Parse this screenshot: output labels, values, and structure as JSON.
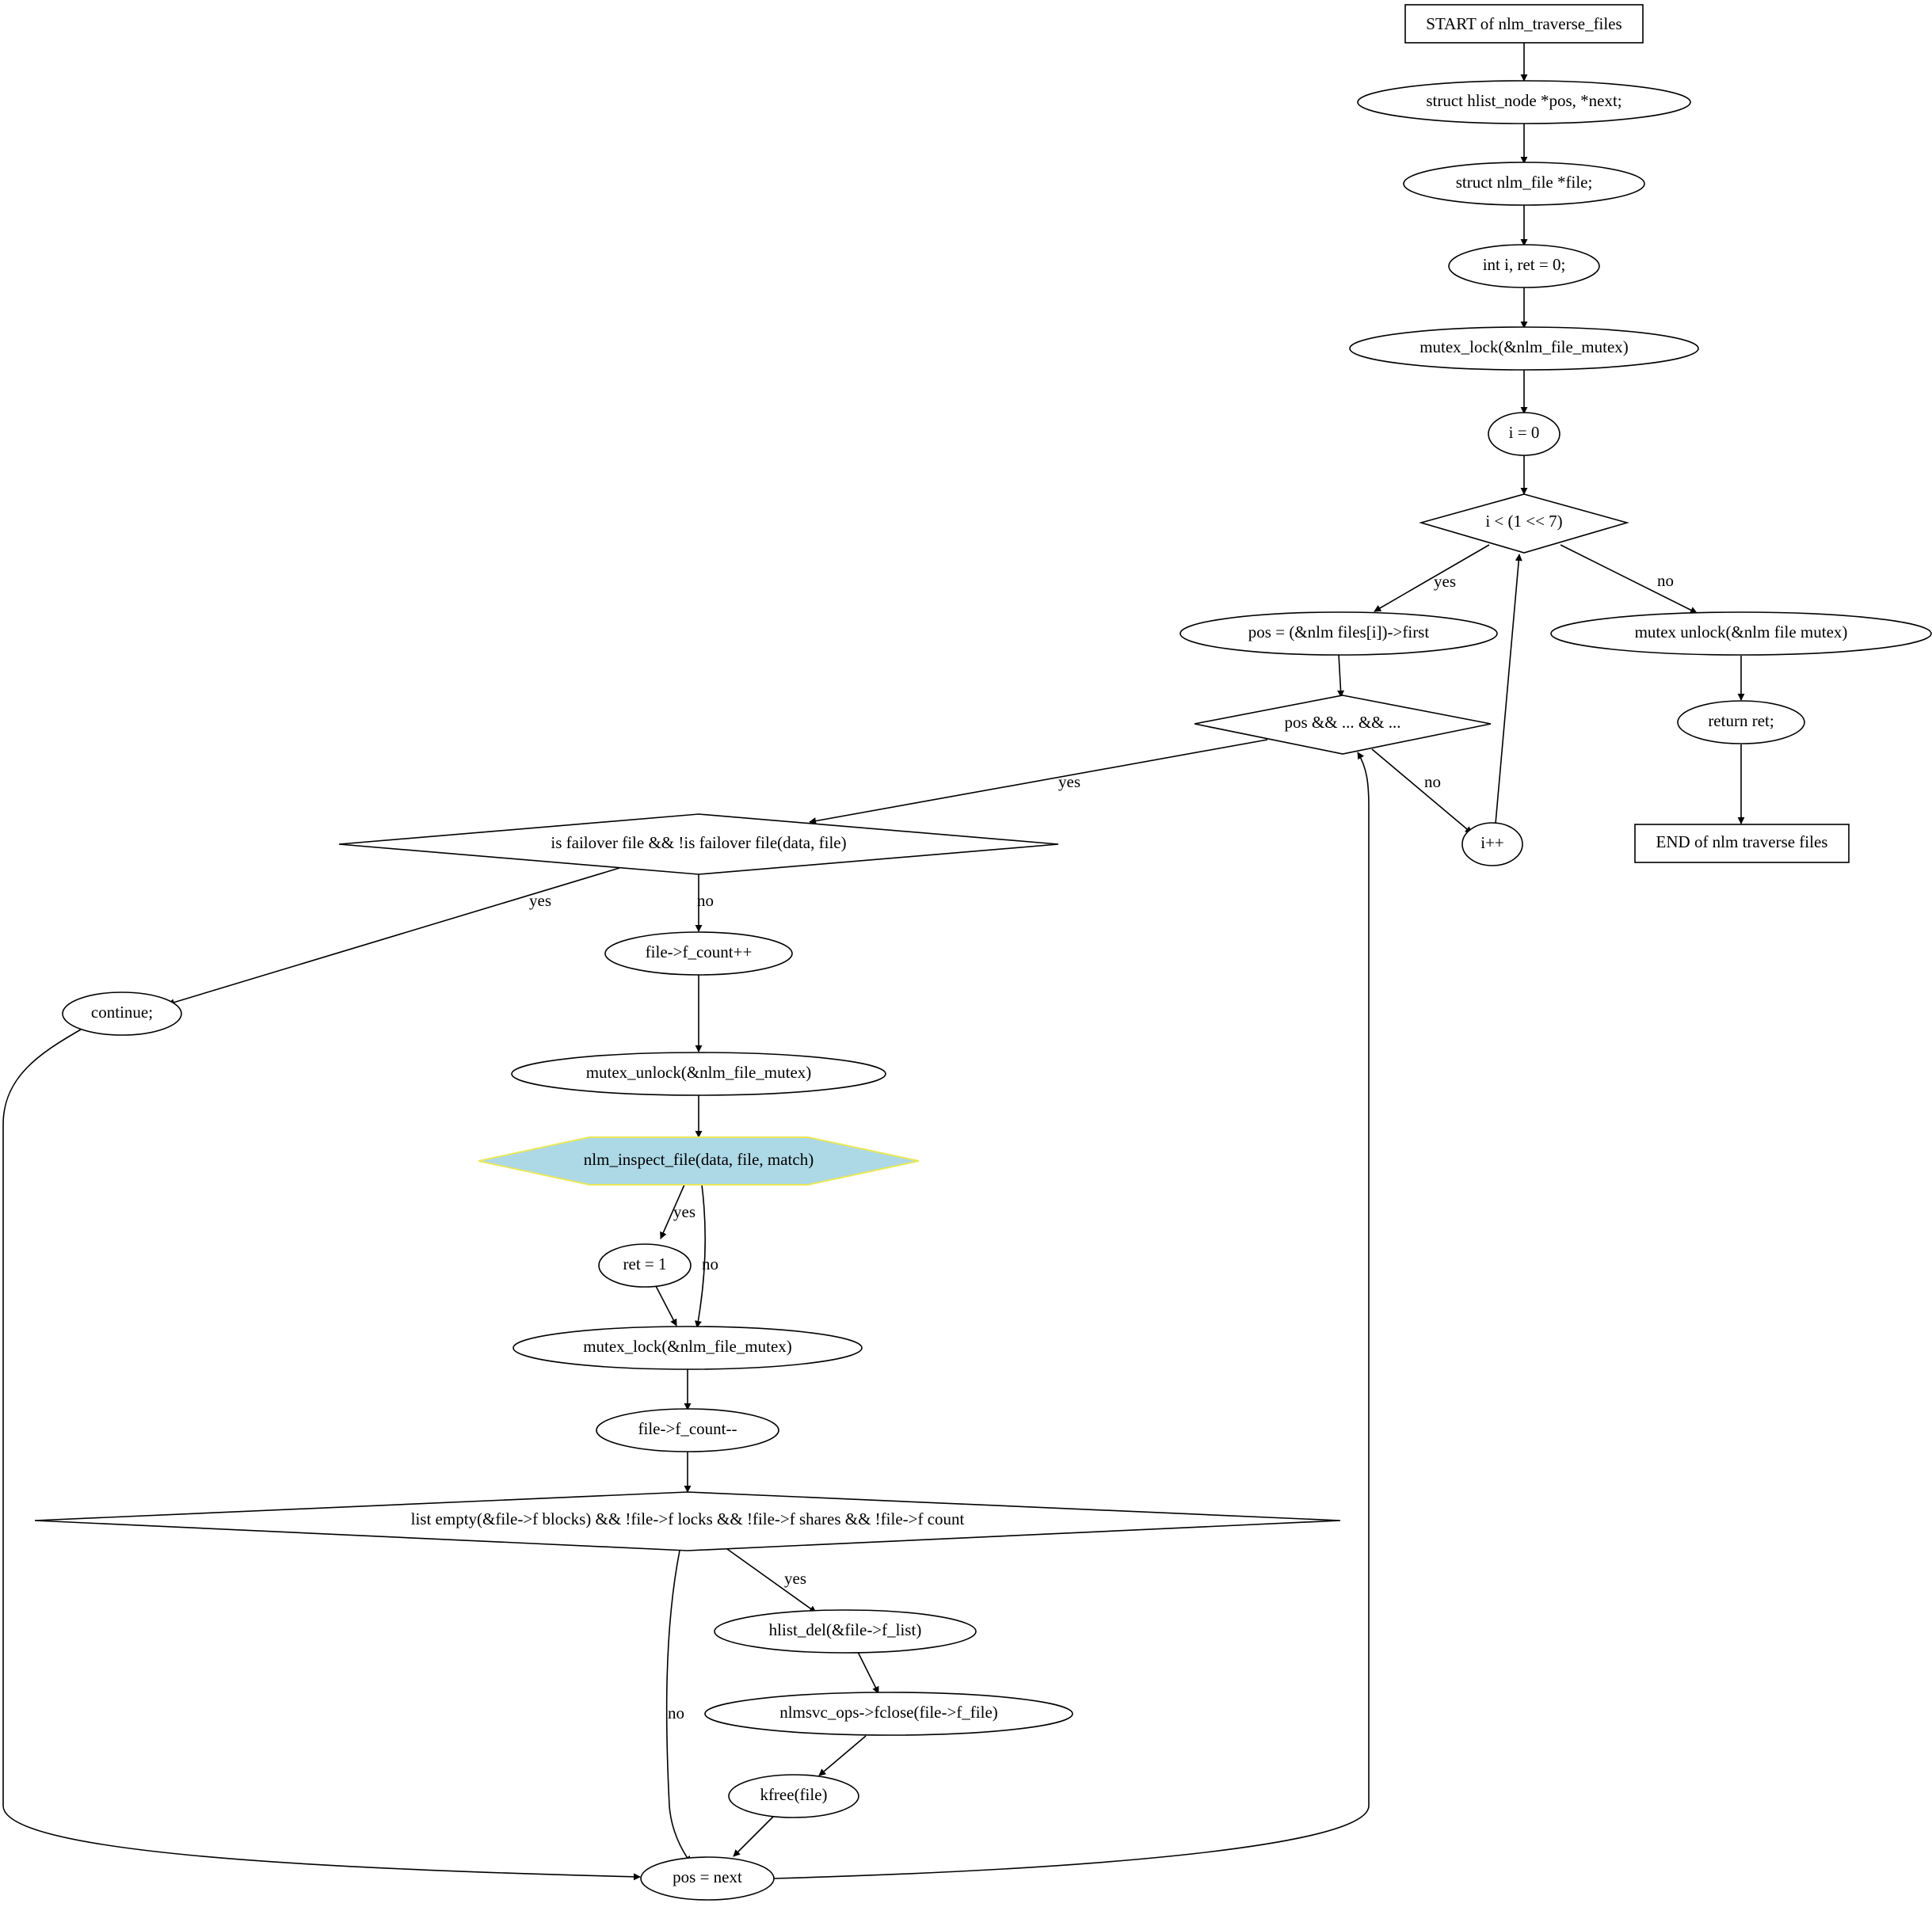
{
  "colors": {
    "line": "#000000",
    "highlight_fill": "#add8e6",
    "highlight_stroke": "#e8e85a",
    "background": "#ffffff"
  },
  "nodes": {
    "start": "START of nlm_traverse_files",
    "decl_pos": "struct hlist_node *pos, *next;",
    "decl_file": "struct nlm_file  *file;",
    "decl_i": "int i, ret = 0;",
    "lock1": "mutex_lock(&nlm_file_mutex)",
    "init_i": "i = 0",
    "cond_i": "i < (1 << 7)",
    "pos_first": "pos = (&nlm  files[i])->first",
    "cond_pos": "pos && ... && ...",
    "unlock_end": "mutex  unlock(&nlm  file  mutex)",
    "return_ret": "return ret;",
    "end": "END of nlm  traverse  files",
    "incr_i": "i++",
    "cond_failover": "is  failover  file && !is  failover  file(data, file)",
    "continue": "continue;",
    "fcount_inc": "file->f_count++",
    "unlock_mid": "mutex_unlock(&nlm_file_mutex)",
    "inspect": "nlm_inspect_file(data, file, match)",
    "ret_one": "ret = 1",
    "lock2": "mutex_lock(&nlm_file_mutex)",
    "fcount_dec": "file->f_count--",
    "cond_empty": "list  empty(&file->f  blocks) && !file->f  locks && !file->f  shares && !file->f  count",
    "hlist_del": "hlist_del(&file->f_list)",
    "fclose": "nlmsvc_ops->fclose(file->f_file)",
    "kfree": "kfree(file)",
    "pos_next": "pos = next"
  },
  "edge_labels": {
    "cond_i_yes": "yes",
    "cond_i_no": "no",
    "cond_pos_yes": "yes",
    "cond_pos_no": "no",
    "cond_failover_yes": "yes",
    "cond_failover_no": "no",
    "inspect_yes": "yes",
    "inspect_no": "no",
    "cond_empty_yes": "yes",
    "cond_empty_no": "no"
  }
}
